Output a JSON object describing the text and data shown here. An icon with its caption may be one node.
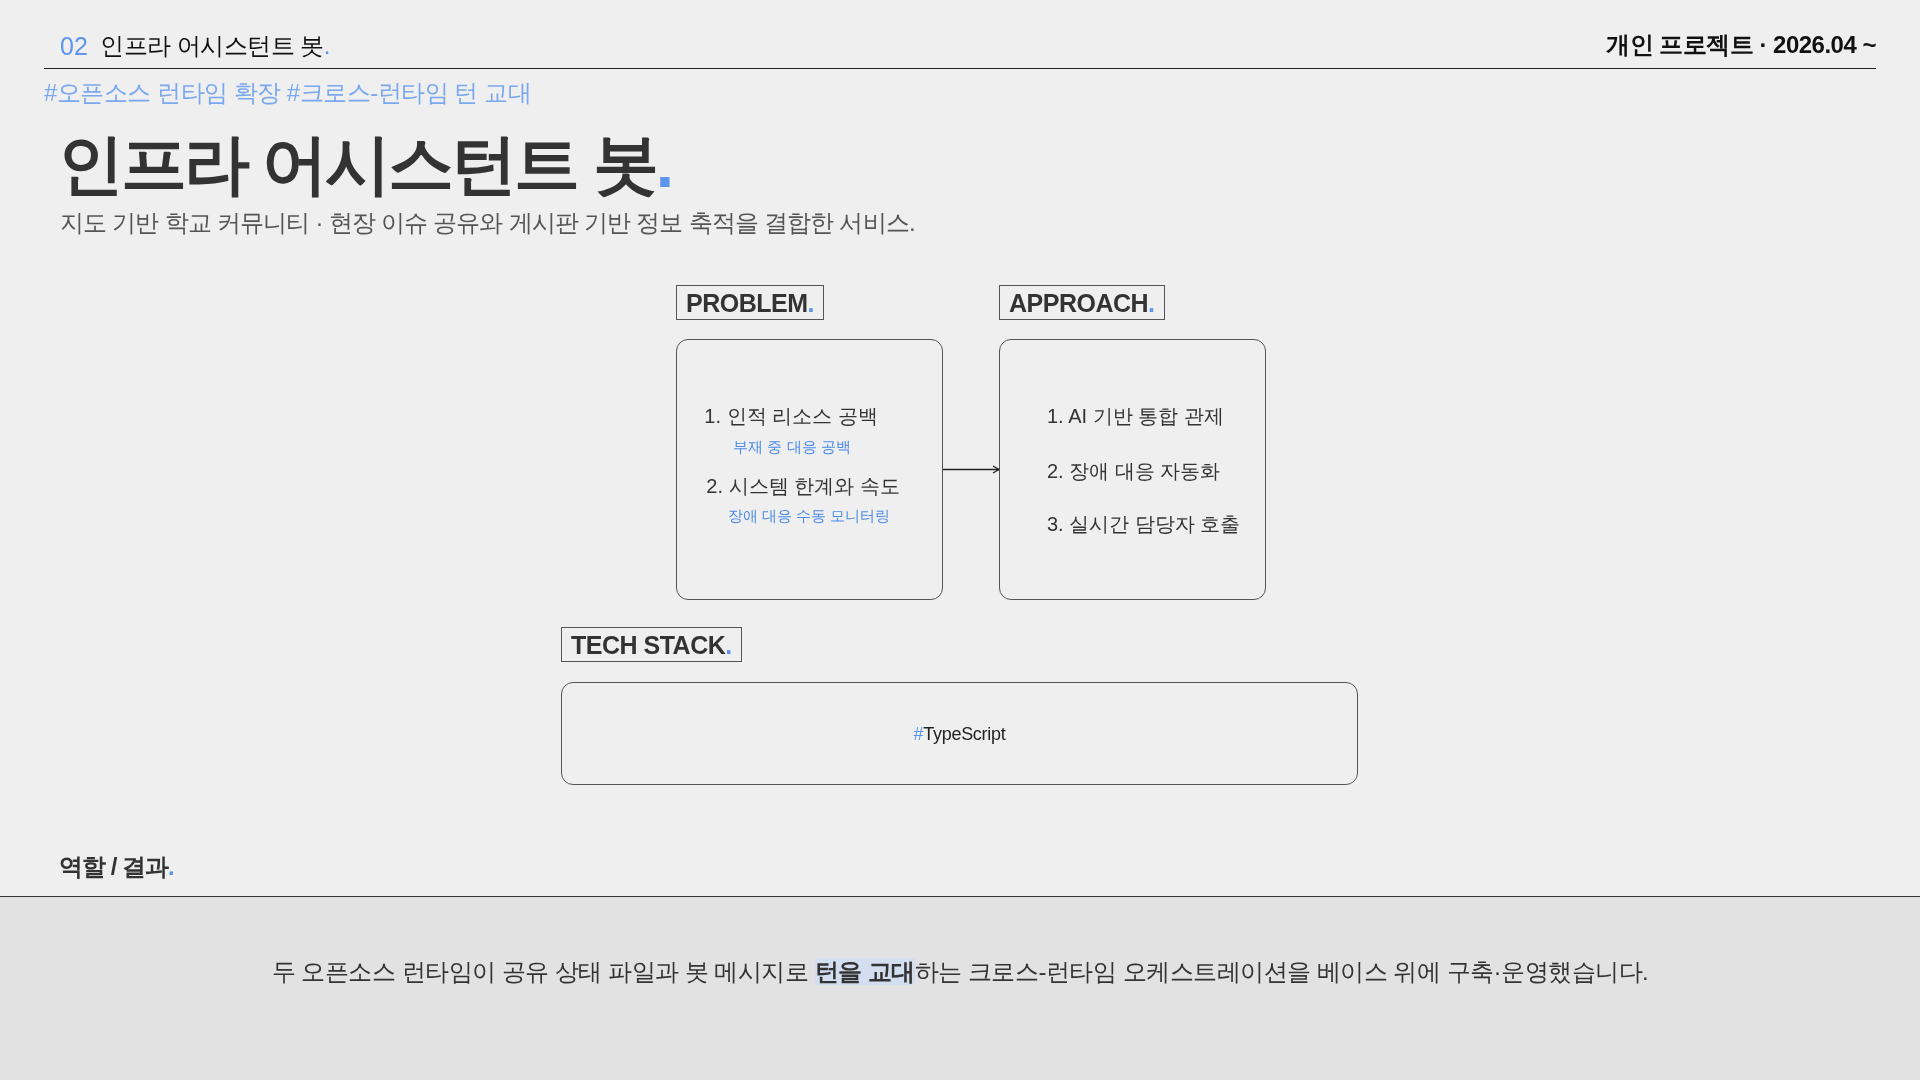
{
  "diagram": {
    "title": "인프라 어시스턴트 봇.",
    "nodes": [
      {
        "text": [
          "PROBLEM.",
          "1. 인적 리소스 공백",
          "부재 중 대응 공백",
          "2. 시스템 한계와 속도",
          "장애 대응 수동 모니터링"
        ]
      },
      {
        "text": [
          "APPROACH.",
          "1. AI 기반 통합 관제",
          "2. 장애 대응 자동화",
          "3. 실시간 담당자 호출"
        ]
      },
      {
        "text": [
          "TECH STACK.",
          "#TypeScript"
        ]
      },
      {
        "text": [
          "역할 / 결과.",
          "두 오픈소스 런타임이 공유 상태 파일과 봇 메시지로 **턴을 교대**하는 크로스-런타임 오케스트레이션을 베이스 위에 구축·운영했습니다."
        ]
      }
    ],
    "edges": [
      {
        "from": 0,
        "to": 1,
        "arrow": "to"
      }
    ],
    "labels": [
      "02",
      "인프라 어시스턴트 봇.",
      "개인 프로젝트 · 2026.04 ~",
      "#오픈소스 런타임 확장 #크로스-런타임 턴 교대",
      "지도 기반 학교 커뮤니티 · 현장 이슈 공유와 게시판 기반 정보 축적을 결합한 서비스."
    ]
  }
}
